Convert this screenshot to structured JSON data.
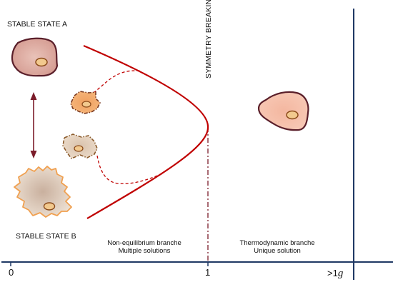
{
  "labels": {
    "stable_state_a": "STABLE STATE A",
    "stable_state_b": "STABLE STATE B",
    "symmetry_breaking": "SYMMETRY BREAKING",
    "non_equilibrium_line1": "Non-equilibrium branche",
    "non_equilibrium_line2": "Multiple solutions",
    "thermodynamic_line1": "Thermodynamic branche",
    "thermodynamic_line2": "Unique solution"
  },
  "axis_ticks": {
    "zero": "0",
    "one": "1",
    "greater_prefix": ">1",
    "greater_unit": "g"
  },
  "colors": {
    "bifurcation_curve": "#c00000",
    "axis": "#1f3864",
    "arrow": "#7b1c2a",
    "cell_outline_dark": "#5a1f2a",
    "cell_outline_orange": "#f0a050"
  }
}
